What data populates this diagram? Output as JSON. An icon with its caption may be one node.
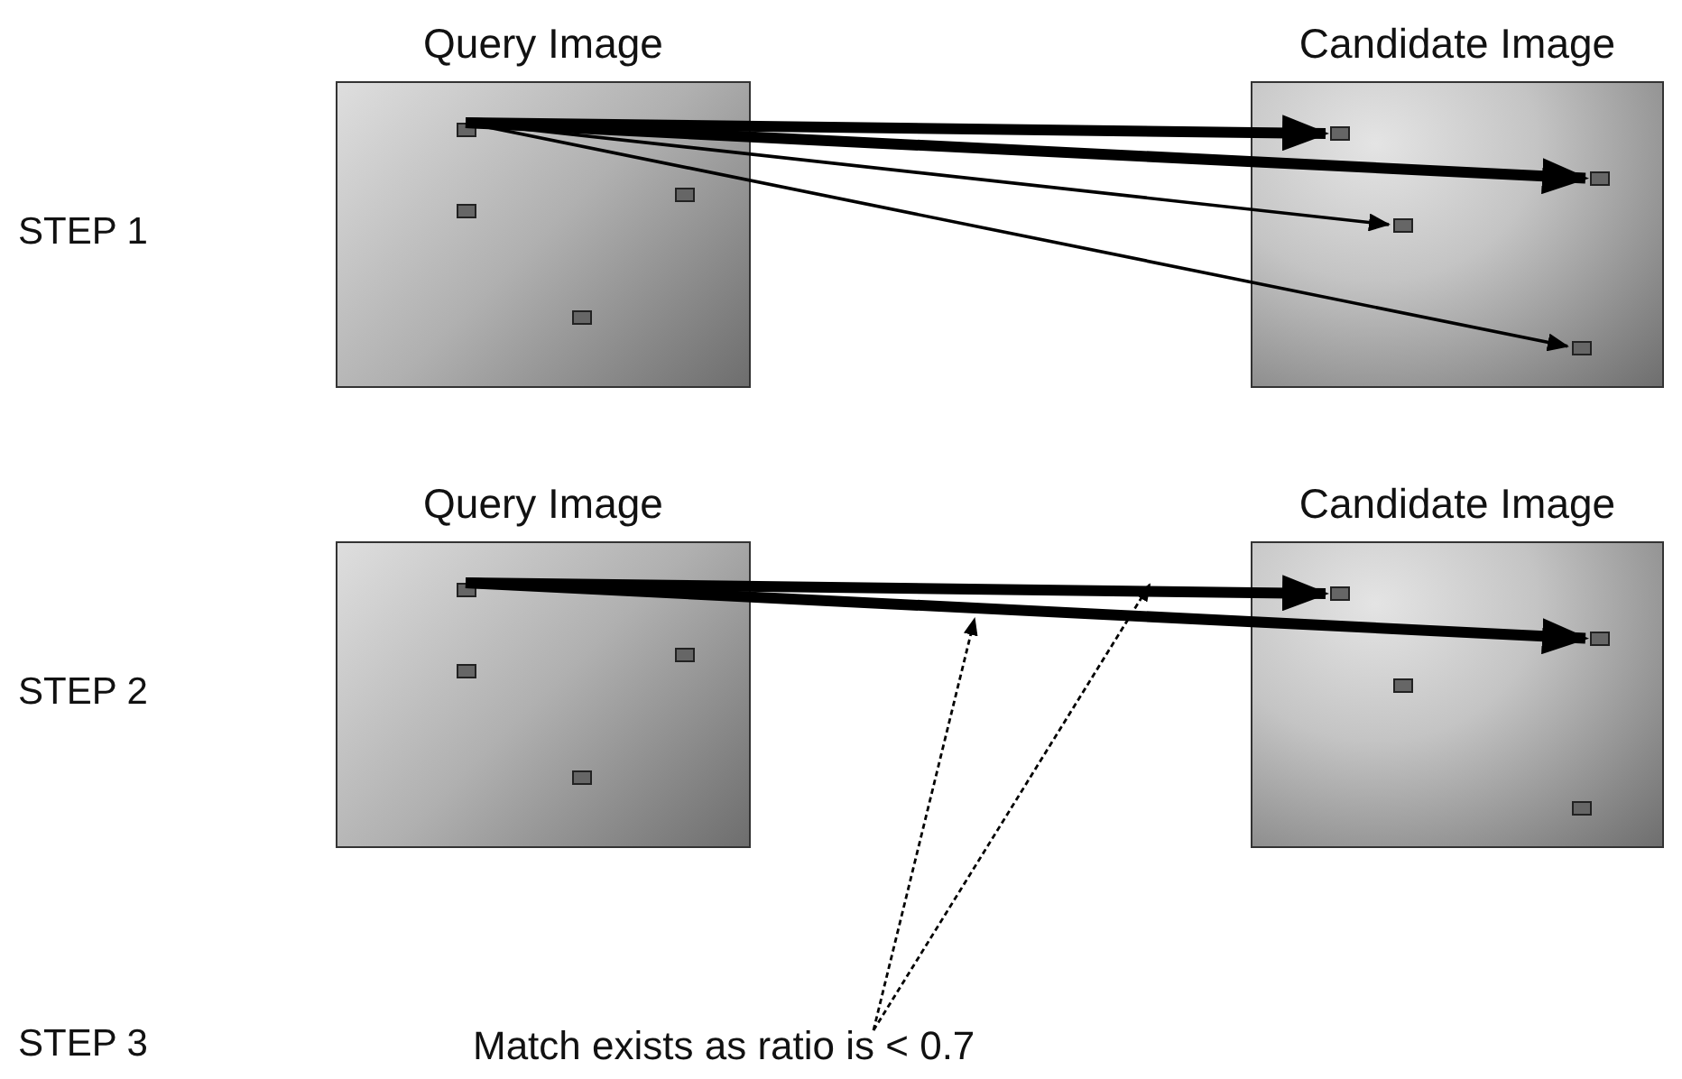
{
  "diagram": {
    "nodes": [
      {
        "text": [
          "Query Image"
        ]
      },
      {
        "text": [],
        "shape": "box",
        "in": 0
      },
      {
        "text": [],
        "shape": "box",
        "in": 0
      },
      {
        "text": [],
        "shape": "box",
        "in": 0
      },
      {
        "text": [],
        "shape": "box",
        "in": 0
      },
      {
        "text": [
          "Candidate Image"
        ]
      },
      {
        "text": [],
        "shape": "box",
        "in": 5
      },
      {
        "text": [],
        "shape": "box",
        "in": 5
      },
      {
        "text": [],
        "shape": "box",
        "in": 5
      },
      {
        "text": [],
        "shape": "box",
        "in": 5
      },
      {
        "text": [
          "Query Image"
        ]
      },
      {
        "text": [],
        "shape": "box",
        "in": 10
      },
      {
        "text": [],
        "shape": "box",
        "in": 10
      },
      {
        "text": [],
        "shape": "box",
        "in": 10
      },
      {
        "text": [],
        "shape": "box",
        "in": 10
      },
      {
        "text": [
          "Candidate Image"
        ]
      },
      {
        "text": [],
        "shape": "box",
        "in": 15
      },
      {
        "text": [],
        "shape": "box",
        "in": 15
      },
      {
        "text": [],
        "shape": "box",
        "in": 15
      },
      {
        "text": [],
        "shape": "box",
        "in": 15
      },
      {
        "text": [
          "Match exists as ratio is < 0.7"
        ]
      }
    ],
    "edges": [
      {
        "from": 1,
        "to": 6,
        "arrow": "to",
        "style": "thick"
      },
      {
        "from": 1,
        "to": 7,
        "arrow": "to",
        "style": "thick"
      },
      {
        "from": 1,
        "to": 8,
        "arrow": "to"
      },
      {
        "from": 1,
        "to": 9,
        "arrow": "to"
      },
      {
        "from": 11,
        "to": 16,
        "arrow": "to",
        "style": "thick"
      },
      {
        "from": 11,
        "to": 17,
        "arrow": "to",
        "style": "thick"
      },
      {
        "from": 20,
        "to": null,
        "arrow": "to",
        "style": "dashed"
      },
      {
        "from": 20,
        "to": null,
        "arrow": "to",
        "style": "dashed"
      }
    ],
    "labels": [
      "STEP 1",
      "STEP 2",
      "STEP 3"
    ]
  }
}
